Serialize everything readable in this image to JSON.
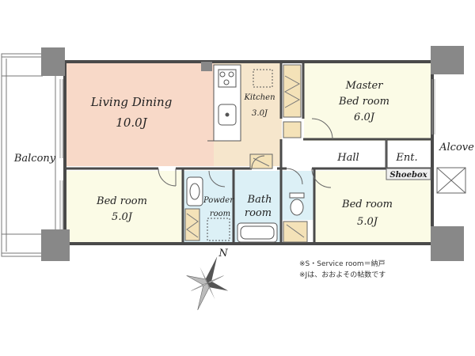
{
  "rooms": {
    "living_dining": {
      "name": "Living Dining",
      "size": "10.0J"
    },
    "kitchen": {
      "name": "Kitchen",
      "size": "3.0J"
    },
    "master_bedroom": {
      "name_line1": "Master",
      "name_line2": "Bed room",
      "size": "6.0J"
    },
    "balcony": {
      "name": "Balcony"
    },
    "hall": {
      "name": "Hall"
    },
    "entrance": {
      "name": "Ent."
    },
    "alcove": {
      "name": "Alcove"
    },
    "shoebox": {
      "name": "Shoebox"
    },
    "bedroom_left": {
      "name": "Bed room",
      "size": "5.0J"
    },
    "powder_room": {
      "name_line1": "Powder",
      "name_line2": "room"
    },
    "bath_room": {
      "name_line1": "Bath",
      "name_line2": "room"
    },
    "bedroom_right": {
      "name": "Bed room",
      "size": "5.0J"
    }
  },
  "compass": {
    "label": "N"
  },
  "notes": {
    "line1": "※S・Service room＝納戸",
    "line2": "※Jは、おおよその帖数です"
  },
  "colors": {
    "living_fill": "#f8d9c8",
    "kitchen_fill": "#f6e6cc",
    "bedroom_fill": "#fbfbe6",
    "wet_fill": "#dcf0f6",
    "wall": "#4a4a4a",
    "pillar": "#888888"
  }
}
